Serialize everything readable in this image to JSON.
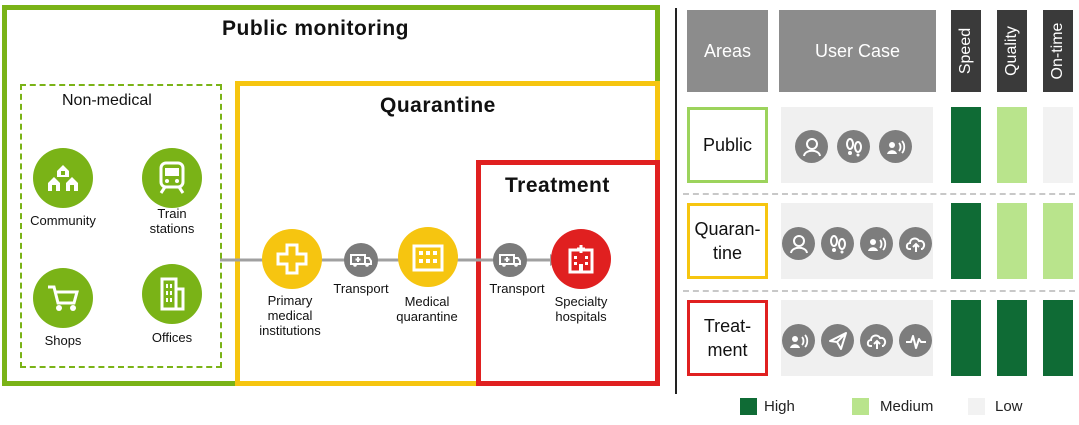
{
  "diagram": {
    "public_monitoring": "Public monitoring",
    "non_medical": "Non-medical",
    "quarantine": "Quarantine",
    "treatment": "Treatment",
    "community": "Community",
    "train_stations": "Train\nstations",
    "shops": "Shops",
    "offices": "Offices",
    "primary": "Primary\nmedical\ninstitutions",
    "transport1": "Transport",
    "medical_quarantine": "Medical\nquarantine",
    "transport2": "Transport",
    "specialty": "Specialty\nhospitals"
  },
  "table": {
    "col_areas": "Areas",
    "col_user_case": "User Case",
    "metrics": [
      "Speed",
      "Quality",
      "On-time"
    ],
    "rows": [
      {
        "area": "Public",
        "levels": [
          "High",
          "Medium",
          "Low"
        ],
        "icons": [
          "person-icon",
          "footprints-icon",
          "voice-icon"
        ]
      },
      {
        "area": "Quaran-\ntine",
        "levels": [
          "High",
          "Medium",
          "Medium"
        ],
        "icons": [
          "person-icon",
          "footprints-icon",
          "voice-icon",
          "cloud-upload-icon"
        ]
      },
      {
        "area": "Treat-\nment",
        "levels": [
          "High",
          "High",
          "High"
        ],
        "icons": [
          "voice-icon",
          "send-icon",
          "cloud-upload-icon",
          "heartbeat-icon"
        ]
      }
    ]
  },
  "legend": {
    "high": "High",
    "medium": "Medium",
    "low": "Low"
  },
  "colors": {
    "green": "#7ab317",
    "yellow": "#f6c510",
    "red": "#e02020",
    "high": "#0f6b35",
    "medium": "#b9e48c",
    "low": "#f2f2f2"
  }
}
